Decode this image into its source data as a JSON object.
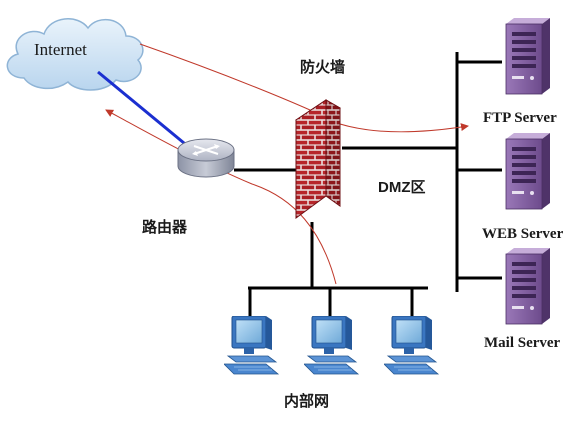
{
  "labels": {
    "internet": "Internet",
    "firewall": "防火墙",
    "router": "路由器",
    "dmz": "DMZ区",
    "ftp": "FTP Server",
    "web": "WEB Server",
    "mail": "Mail Server",
    "lan": "内部网"
  },
  "colors": {
    "cloud_fill": "#cfe3f5",
    "cloud_stroke": "#8fb4d6",
    "uplink": "#1b2fd0",
    "network_line": "#000000",
    "traffic_arrow": "#c0392b",
    "brick": "#b7252a",
    "mortar": "#e9dcdc",
    "server_body": "#8a64a8",
    "computer_body": "#3f7ec9"
  },
  "icons": [
    "cloud-icon",
    "router-icon",
    "firewall-icon",
    "server-icon",
    "computer-icon"
  ]
}
